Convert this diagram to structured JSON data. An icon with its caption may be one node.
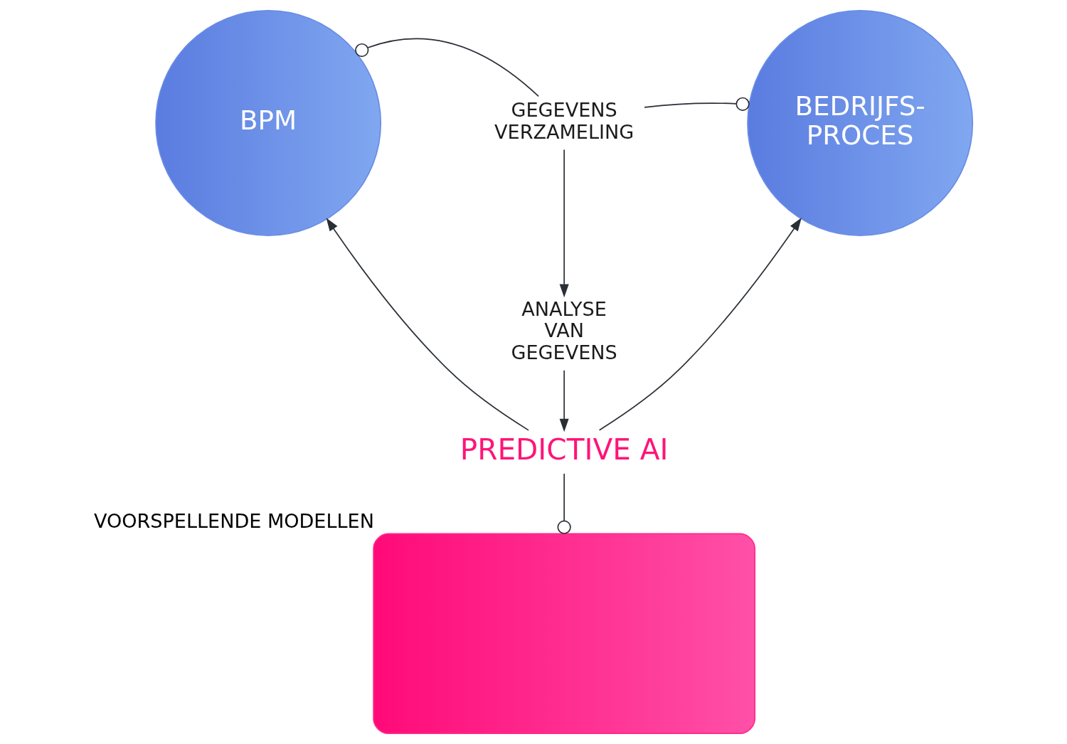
{
  "diagram": {
    "nodes": [
      {
        "text": [
          "BPM"
        ]
      },
      {
        "text": [
          "GEGEVENS VERZAMELING"
        ]
      },
      {
        "text": [
          "BEDRIJFS- PROCES"
        ]
      },
      {
        "text": [
          "ANALYSE VAN GEGEVENS"
        ]
      },
      {
        "text": [
          "PREDICTIVE AI"
        ]
      },
      {
        "text": [],
        "shape": "picture",
        "beside": [
          "VOORSPELLENDE MODELLEN"
        ]
      }
    ],
    "edges": [
      {
        "from": 1,
        "to": 0,
        "arrow": "other"
      },
      {
        "from": 1,
        "to": 2,
        "arrow": "other"
      },
      {
        "from": 1,
        "to": 3,
        "arrow": "to"
      },
      {
        "from": 3,
        "to": 4,
        "arrow": "to"
      },
      {
        "from": 4,
        "to": 0,
        "arrow": "to"
      },
      {
        "from": 4,
        "to": 2,
        "arrow": "to"
      },
      {
        "from": 4,
        "to": 5,
        "arrow": "other"
      }
    ]
  }
}
